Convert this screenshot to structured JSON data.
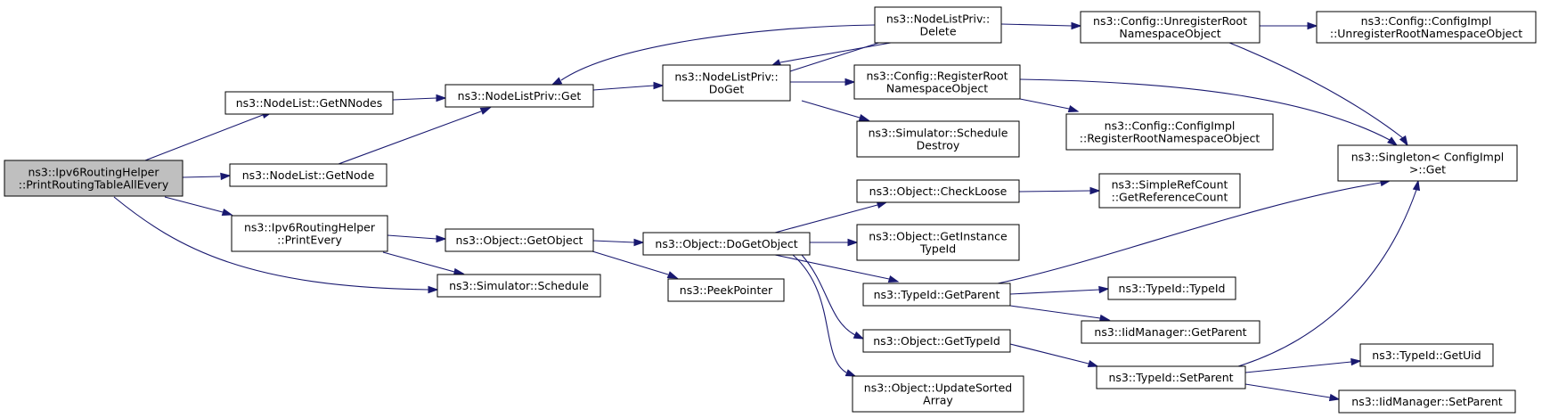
{
  "graph": {
    "colors": {
      "edge": "#191970",
      "root_fill": "#bfbfbf",
      "node_fill": "#ffffff",
      "node_border": "#000000"
    },
    "nodes": [
      {
        "id": "root",
        "lines": [
          "ns3::Ipv6RoutingHelper",
          "::PrintRoutingTableAllEvery"
        ]
      },
      {
        "id": "getnnodes",
        "lines": [
          "ns3::NodeList::GetNNodes"
        ]
      },
      {
        "id": "getnode",
        "lines": [
          "ns3::NodeList::GetNode"
        ]
      },
      {
        "id": "printevery",
        "lines": [
          "ns3::Ipv6RoutingHelper",
          "::PrintEvery"
        ]
      },
      {
        "id": "nlpget",
        "lines": [
          "ns3::NodeListPriv::Get"
        ]
      },
      {
        "id": "getobject",
        "lines": [
          "ns3::Object::GetObject"
        ]
      },
      {
        "id": "schedule",
        "lines": [
          "ns3::Simulator::Schedule"
        ]
      },
      {
        "id": "doget",
        "lines": [
          "ns3::NodeListPriv::",
          "DoGet"
        ]
      },
      {
        "id": "delete",
        "lines": [
          "ns3::NodeListPriv::",
          "Delete"
        ]
      },
      {
        "id": "dogetobject",
        "lines": [
          "ns3::Object::DoGetObject"
        ]
      },
      {
        "id": "peekpointer",
        "lines": [
          "ns3::PeekPointer"
        ]
      },
      {
        "id": "unregisterroot",
        "lines": [
          "ns3::Config::UnregisterRoot",
          "NamespaceObject"
        ]
      },
      {
        "id": "registerroot",
        "lines": [
          "ns3::Config::RegisterRoot",
          "NamespaceObject"
        ]
      },
      {
        "id": "scheduledestroy",
        "lines": [
          "ns3::Simulator::Schedule",
          "Destroy"
        ]
      },
      {
        "id": "checkloose",
        "lines": [
          "ns3::Object::CheckLoose"
        ]
      },
      {
        "id": "getinstancetypeid",
        "lines": [
          "ns3::Object::GetInstance",
          "TypeId"
        ]
      },
      {
        "id": "typeidgetparent",
        "lines": [
          "ns3::TypeId::GetParent"
        ]
      },
      {
        "id": "objectgettypeid",
        "lines": [
          "ns3::Object::GetTypeId"
        ]
      },
      {
        "id": "updatesortedarray",
        "lines": [
          "ns3::Object::UpdateSorted",
          "Array"
        ]
      },
      {
        "id": "implunregister",
        "lines": [
          "ns3::Config::ConfigImpl",
          "::UnregisterRootNamespaceObject"
        ]
      },
      {
        "id": "implregister",
        "lines": [
          "ns3::Config::ConfigImpl",
          "::RegisterRootNamespaceObject"
        ]
      },
      {
        "id": "singletonget",
        "lines": [
          "ns3::Singleton< ConfigImpl",
          " >::Get"
        ]
      },
      {
        "id": "getreferencecount",
        "lines": [
          "ns3::SimpleRefCount",
          "::GetReferenceCount"
        ]
      },
      {
        "id": "typeidctor",
        "lines": [
          "ns3::TypeId::TypeId"
        ]
      },
      {
        "id": "iidgetparent",
        "lines": [
          "ns3::IidManager::GetParent"
        ]
      },
      {
        "id": "typeidsetparent",
        "lines": [
          "ns3::TypeId::SetParent"
        ]
      },
      {
        "id": "typeidgetuid",
        "lines": [
          "ns3::TypeId::GetUid"
        ]
      },
      {
        "id": "iidsetparent",
        "lines": [
          "ns3::IidManager::SetParent"
        ]
      }
    ]
  }
}
